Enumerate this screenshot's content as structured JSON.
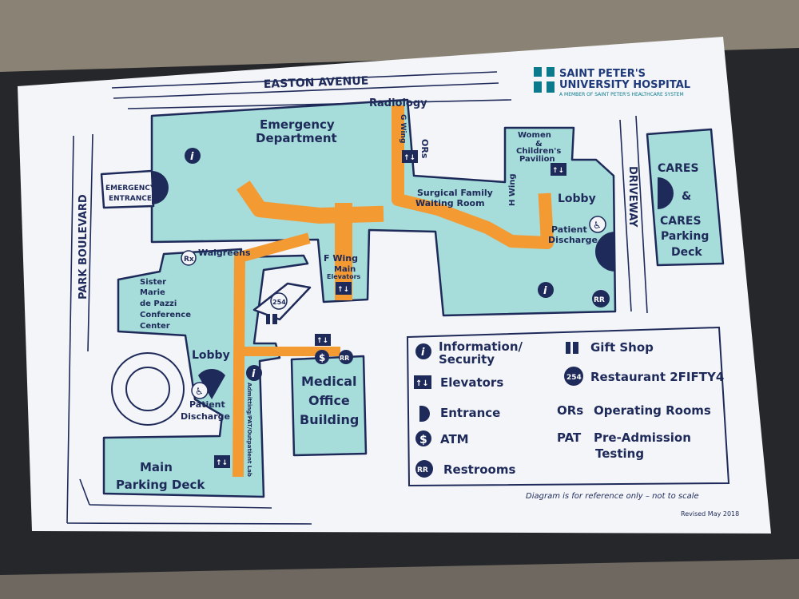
{
  "logo": {
    "line1": "SAINT PETER'S",
    "line2": "UNIVERSITY HOSPITAL",
    "tagline": "A MEMBER OF SAINT PETER'S HEALTHCARE SYSTEM"
  },
  "streets": {
    "north": "EASTON AVENUE",
    "west": "PARK BOULEVARD",
    "east": "DRIVEWAY"
  },
  "areas": {
    "radiology": "Radiology",
    "g_wing": "G Wing",
    "ors": "ORs",
    "emergency_dept": [
      "Emergency",
      "Department"
    ],
    "emergency_entrance": [
      "EMERGENCY",
      "ENTRANCE"
    ],
    "women_children": [
      "Women",
      "&",
      "Children's",
      "Pavilion"
    ],
    "lobby_east": "Lobby",
    "h_wing": "H Wing",
    "surgical_waiting": [
      "Surgical Family",
      "Waiting Room"
    ],
    "patient_discharge_east": [
      "Patient",
      "Discharge"
    ],
    "cares": [
      "CARES",
      "&",
      "CARES",
      "Parking",
      "Deck"
    ],
    "walgreens": "Walgreens",
    "f_wing": [
      "F Wing",
      "Main",
      "Elevators"
    ],
    "conference": [
      "Sister",
      "Marie",
      "de Pazzi",
      "Conference",
      "Center"
    ],
    "restaurant_number": "254",
    "lobby_west": "Lobby",
    "patient_discharge_west": [
      "Patient",
      "Discharge"
    ],
    "admitting_corridor": "Admitting/PAT/Outpatient Lab",
    "medical_office": [
      "Medical",
      "Office",
      "Building"
    ],
    "main_parking": [
      "Main",
      "Parking Deck"
    ]
  },
  "icons": {
    "info": "i",
    "elevator": "↑↓",
    "atm": "$",
    "restroom": "RR",
    "pharmacy": "Rx",
    "restaurant": "254"
  },
  "legend": {
    "items": [
      {
        "icon": "info-icon",
        "label": [
          "Information/",
          "Security"
        ]
      },
      {
        "icon": "elevator-icon",
        "label": [
          "Elevators"
        ]
      },
      {
        "icon": "entrance-icon",
        "label": [
          "Entrance"
        ]
      },
      {
        "icon": "atm-icon",
        "label": [
          "ATM"
        ]
      },
      {
        "icon": "restroom-icon",
        "label": [
          "Restrooms"
        ]
      },
      {
        "icon": "gift-shop-icon",
        "label": [
          "Gift Shop"
        ]
      },
      {
        "icon": "restaurant-icon",
        "label": [
          "Restaurant 2FIFTY4"
        ]
      },
      {
        "abbr": "ORs",
        "label": [
          "Operating Rooms"
        ]
      },
      {
        "abbr": "PAT",
        "label": [
          "Pre-Admission",
          "Testing"
        ]
      }
    ],
    "note": "Diagram is for reference only – not to scale"
  },
  "revised": "Revised May 2018",
  "colors": {
    "building": "#a6dcd9",
    "corridor": "#f39a33",
    "navy": "#1e2a5a",
    "paper": "#f4f5f8",
    "logo_teal": "#0a7a8c",
    "logo_blue": "#1e3a7a"
  }
}
